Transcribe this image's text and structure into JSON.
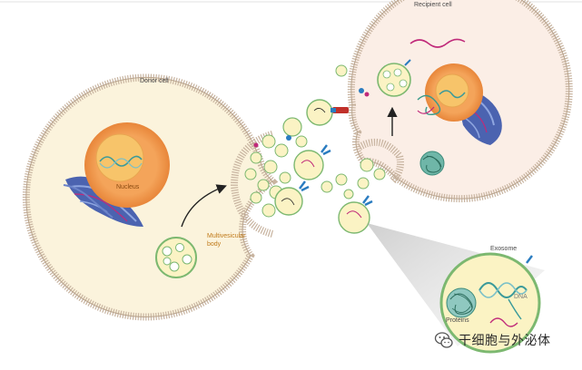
{
  "labels": {
    "recipient_cell": "Recipient cell",
    "donor_cell": "Donor cell",
    "nucleus": "Nucleus",
    "multivesicular_line1": "Multivesicular",
    "multivesicular_line2": "body",
    "exosome": "Exosome",
    "proteins": "Proteins",
    "dna": "DNA"
  },
  "watermark": {
    "text": "干细胞与外泌体",
    "icon": "wechat-icon"
  },
  "colors": {
    "cell_membrane": "#c8b4a0",
    "donor_cytoplasm": "#fbf3dc",
    "recipient_cytoplasm": "#fbeee6",
    "nucleus_outer": "#f4a45a",
    "nucleus_inner": "#f7c46a",
    "vesicle_fill": "#fbf3c4",
    "vesicle_border": "#7cb870",
    "golgi": "#4b63b0",
    "receptor": "#2a7cc0",
    "rna": "#c02a7a"
  }
}
